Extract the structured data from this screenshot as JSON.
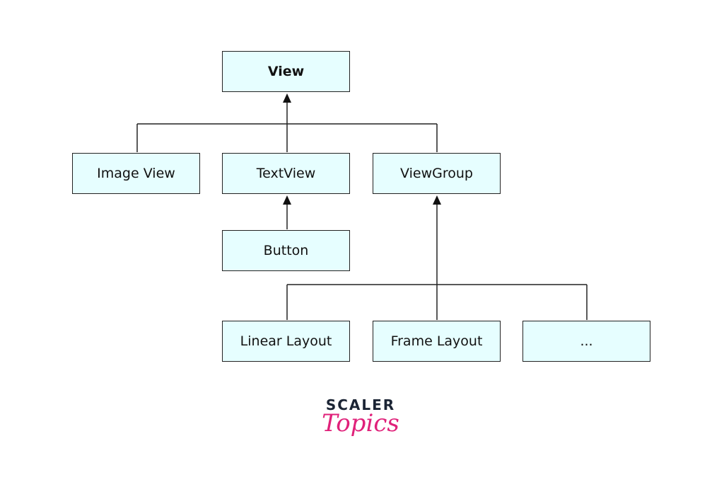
{
  "diagram": {
    "nodes": {
      "view": "View",
      "image_view": "Image View",
      "text_view": "TextView",
      "view_group": "ViewGroup",
      "button": "Button",
      "linear_layout": "Linear Layout",
      "frame_layout": "Frame Layout",
      "more": "..."
    },
    "edges": [
      {
        "from": "image_view",
        "to": "view"
      },
      {
        "from": "text_view",
        "to": "view"
      },
      {
        "from": "view_group",
        "to": "view"
      },
      {
        "from": "button",
        "to": "text_view"
      },
      {
        "from": "linear_layout",
        "to": "view_group"
      },
      {
        "from": "frame_layout",
        "to": "view_group"
      },
      {
        "from": "more",
        "to": "view_group"
      }
    ],
    "colors": {
      "node_fill": "#e6feff",
      "stroke": "#222222"
    }
  },
  "branding": {
    "line1": "SCALER",
    "line2": "Topics",
    "colors": {
      "scaler": "#1b2434",
      "topics": "#e0217a"
    }
  }
}
